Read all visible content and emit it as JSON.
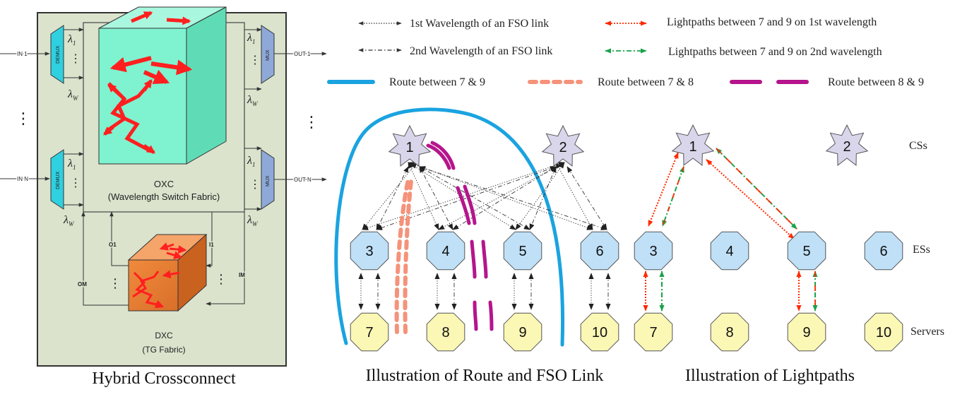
{
  "crossconnect": {
    "caption": "Hybrid Crossconnect",
    "in_top": "IN 1",
    "in_bottom": "IN N",
    "out_top": "OUT 1",
    "out_bottom": "OUT N",
    "demux": "DEMUX",
    "mux": "MUX",
    "lambda_1": "λ",
    "lambda_1_sub": "1",
    "lambda_w": "λ",
    "lambda_w_sub": "W",
    "ellipsis": "⋮",
    "oxc_title": "OXC",
    "oxc_subtitle": "(Wavelength Switch Fabric)",
    "dxc_title": "DXC",
    "dxc_subtitle": "(TG Fabric)",
    "port_o1": "O1",
    "port_om": "OM",
    "port_i1": "I1",
    "port_im": "IM",
    "colors": {
      "panel": "#dbe3cd",
      "oxc_cube": "#7ff2cf",
      "dxc_cube": "#e8823a",
      "demux": "#2fd0e0",
      "mux": "#8ea9d8",
      "arrow": "#ff1f1f"
    }
  },
  "legend": {
    "items": [
      {
        "key": "wl1",
        "label": "1st Wavelength of an FSO link",
        "color": "#333333",
        "style": "dotted"
      },
      {
        "key": "wl2",
        "label": "2nd Wavelength of an FSO link",
        "color": "#333333",
        "style": "dashdot"
      },
      {
        "key": "lp1",
        "label": "Lightpaths between 7 and 9 on 1st wavelength",
        "color": "#ff2a00",
        "style": "dotted"
      },
      {
        "key": "lp2",
        "label": "Lightpaths between 7 and 9 on 2nd wavelength",
        "color": "#1aa34a",
        "style": "dashdot"
      },
      {
        "key": "r79",
        "label": "Route between 7 & 9",
        "color": "#1aa3e0",
        "style": "solid"
      },
      {
        "key": "r78",
        "label": "Route between 7 & 8",
        "color": "#f4937a",
        "style": "dashed"
      },
      {
        "key": "r89",
        "label": "Route between 8 & 9",
        "color": "#b5158c",
        "style": "longdash"
      }
    ]
  },
  "route_diagram": {
    "caption": "Illustration of Route and FSO Link",
    "cs": [
      "1",
      "2"
    ],
    "es": [
      "3",
      "4",
      "5",
      "6"
    ],
    "servers": [
      "7",
      "8",
      "9",
      "10"
    ]
  },
  "lightpath_diagram": {
    "caption": "Illustration of Lightpaths",
    "cs": [
      "1",
      "2"
    ],
    "es": [
      "3",
      "4",
      "5",
      "6"
    ],
    "servers": [
      "7",
      "8",
      "9",
      "10"
    ],
    "tier_labels": [
      "CSs",
      "ESs",
      "Servers"
    ]
  },
  "node_colors": {
    "cs": "#d9d5ea",
    "es": "#bfe0f7",
    "server": "#fbf7b5",
    "stroke": "#555555"
  }
}
